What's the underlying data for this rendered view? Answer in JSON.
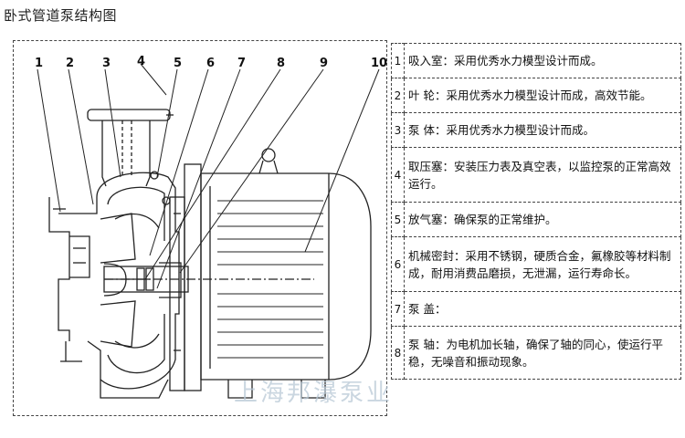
{
  "title": "卧式管道泵结构图",
  "callouts": [
    "1",
    "2",
    "3",
    "4",
    "5",
    "6",
    "7",
    "8",
    "9",
    "10"
  ],
  "parts": [
    {
      "num": "1",
      "text": "吸入室：采用优秀水力模型设计而成。"
    },
    {
      "num": "2",
      "text": "叶 轮：采用优秀水力模型设计而成，高效节能。"
    },
    {
      "num": "3",
      "text": "泵 体：采用优秀水力模型设计而成。"
    },
    {
      "num": "4",
      "text": "取压塞：安装压力表及真空表，以监控泵的正常高效运行。"
    },
    {
      "num": "5",
      "text": "放气塞：确保泵的正常维护。"
    },
    {
      "num": "6",
      "text": "机械密封：采用不锈钢，硬质合金，氟橡胶等材料制成，耐用消费品磨损，无泄漏，运行寿命长。"
    },
    {
      "num": "7",
      "text": "泵 盖："
    },
    {
      "num": "8",
      "text": "泵 轴：为电机加长轴，确保了轴的同心，使运行平稳，无噪音和振动现象。"
    }
  ],
  "watermark": "上海邦瀑泵业"
}
